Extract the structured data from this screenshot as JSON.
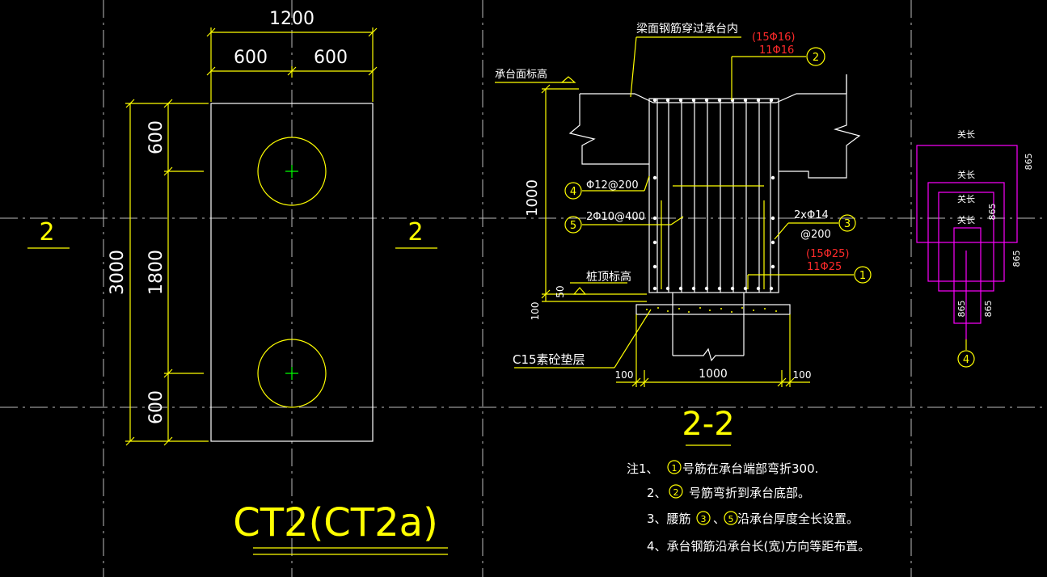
{
  "plan": {
    "title": "CT2(CT2a)",
    "dim_width": "1200",
    "dim_half_left": "600",
    "dim_half_right": "600",
    "dim_height": "3000",
    "dim_top": "600",
    "dim_mid": "1800",
    "dim_bottom": "600",
    "section_mark_left": "2",
    "section_mark_right": "2"
  },
  "section": {
    "title": "2-2",
    "label_top_rebar": "梁面钢筋穿过承台内",
    "label_cap_top": "承台面标高",
    "label_pile_top": "桩顶标高",
    "label_cushion": "C15素砼垫层",
    "rebar2_alt": "(15Φ16)",
    "rebar2": "11Φ16",
    "rebar1_alt": "(15Φ25)",
    "rebar1": "11Φ25",
    "rebar3_a": "2xΦ14",
    "rebar3_b": "@200",
    "rebar4": "Φ12@200",
    "rebar5": "2Φ10@400",
    "dim_height": "1000",
    "dim_50": "50",
    "dim_100": "100",
    "dim_bottom_left": "100",
    "dim_bottom_mid": "1000",
    "dim_bottom_right": "100",
    "tag1": "1",
    "tag2": "2",
    "tag3": "3",
    "tag4": "4",
    "tag5": "5"
  },
  "detail": {
    "label_a": "关长",
    "label_b": "关长",
    "label_c": "关长",
    "label_d": "关长",
    "dim_a": "865",
    "dim_b": "865",
    "dim_c": "865",
    "dim_d": "865",
    "dim_e": "865",
    "tag": "4"
  },
  "notes": {
    "n1_prefix": "注1、",
    "n1_tag": "1",
    "n1_text": "号筋在承台端部弯折300.",
    "n2_prefix": "2、",
    "n2_tag": "2",
    "n2_text": "号筋弯折到承台底部。",
    "n3_prefix": "3、腰筋",
    "n3_tag_a": "3",
    "n3_sep": "、",
    "n3_tag_b": "5",
    "n3_text": "沿承台厚度全长设置。",
    "n4_text": "4、承台钢筋沿承台长(宽)方向等距布置。"
  }
}
